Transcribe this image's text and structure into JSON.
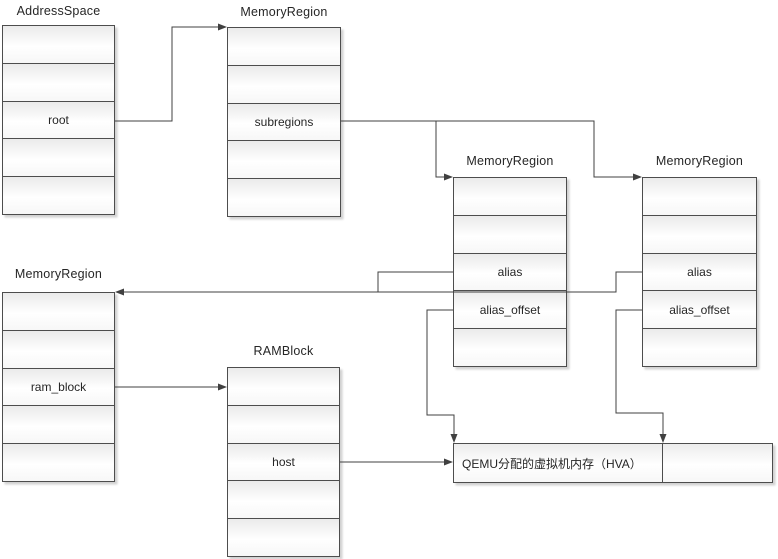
{
  "boxes": {
    "address_space": {
      "title": "AddressSpace",
      "rows": [
        "",
        "",
        "root",
        "",
        ""
      ]
    },
    "memory_region_top": {
      "title": "MemoryRegion",
      "rows": [
        "",
        "",
        "subregions",
        "",
        ""
      ]
    },
    "memory_region_mid": {
      "title": "MemoryRegion",
      "rows": [
        "",
        "",
        "alias",
        "alias_offset",
        ""
      ]
    },
    "memory_region_right": {
      "title": "MemoryRegion",
      "rows": [
        "",
        "",
        "alias",
        "alias_offset",
        ""
      ]
    },
    "memory_region_left": {
      "title": "MemoryRegion",
      "rows": [
        "",
        "",
        "ram_block",
        "",
        ""
      ]
    },
    "ram_block": {
      "title": "RAMBlock",
      "rows": [
        "",
        "",
        "host",
        "",
        ""
      ]
    }
  },
  "hva": {
    "label": "QEMU分配的虚拟机内存（HVA）",
    "label_right": ""
  },
  "colors": {
    "line": "#404040",
    "box_border": "#4d4d4d",
    "text": "#262626",
    "background": "#ffffff"
  }
}
